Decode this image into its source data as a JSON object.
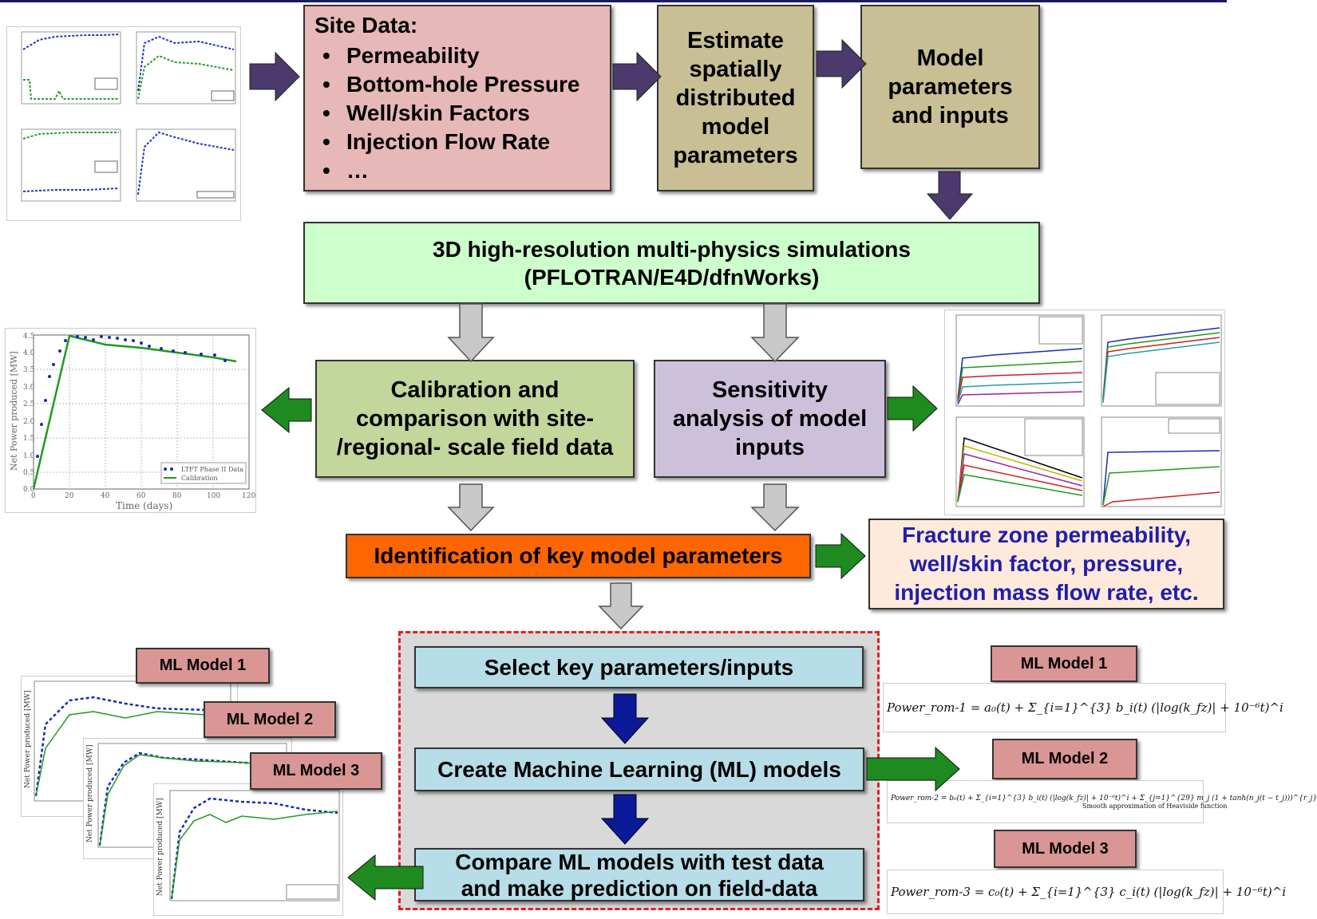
{
  "site_data": {
    "title": "Site Data:",
    "items": [
      "Permeability",
      "Bottom-hole Pressure",
      "Well/skin Factors",
      "Injection Flow Rate",
      "…"
    ]
  },
  "estimate_box": [
    "Estimate",
    "spatially",
    "distributed",
    "model",
    "parameters"
  ],
  "model_params_box": [
    "Model",
    "parameters",
    "and inputs"
  ],
  "simulation_box": [
    "3D high-resolution multi-physics simulations",
    "(PFLOTRAN/E4D/dfnWorks)"
  ],
  "calibration_box": [
    "Calibration and",
    "comparison with site-",
    "/regional- scale field data"
  ],
  "sensitivity_box": [
    "Sensitivity",
    "analysis of model",
    "inputs"
  ],
  "identification_box": "Identification of key model parameters",
  "fracture_box": [
    "Fracture zone permeability,",
    "well/skin factor, pressure,",
    "injection mass flow rate, etc."
  ],
  "select_box": "Select key parameters/inputs",
  "create_box": "Create Machine Learning (ML) models",
  "compare_box": [
    "Compare ML models with test data",
    "and make prediction on field-data"
  ],
  "ml_labels": [
    "ML Model 1",
    "ML Model 2",
    "ML Model 3"
  ],
  "formulas": {
    "f1": "Power_rom-1 = a₀(t) + Σ_{i=1}^{3} b_i(t) (|log(k_fz)| + 10⁻⁶t)^i",
    "f2": "Power_rom-2 = b₀(t) + Σ_{i=1}^{3} b_i(t) (|log(k_fz)| + 10⁻⁶t)^i + Σ_{j=1}^{29} m_j (1 + tanh(n_j(t − t_j)))^{r_j}",
    "f2_note": "Smooth approximation of Heaviside function",
    "f3": "Power_rom-3 = c₀(t) + Σ_{i=1}^{3} c_i(t) (|log(k_fz)| + 10⁻⁶t)^i"
  },
  "calibration_plot": {
    "ylabel": "Net Power produced [MW]",
    "xlabel": "Time (days)",
    "yticks": [
      "0.0",
      "0.5",
      "1.0",
      "1.5",
      "2.0",
      "2.5",
      "3.0",
      "3.5",
      "4.0",
      "4.5"
    ],
    "xticks": [
      "0",
      "20",
      "40",
      "60",
      "80",
      "100",
      "120"
    ],
    "legend": [
      "LTFT Phase II Data",
      "Calibration"
    ]
  },
  "colors": {
    "arrow_purple": "#4b3a6b",
    "arrow_gray": "#c8c8c8",
    "arrow_green": "#1f8a1f",
    "arrow_blue": "#0a1a99",
    "accent_text": "#1f1fa8"
  }
}
